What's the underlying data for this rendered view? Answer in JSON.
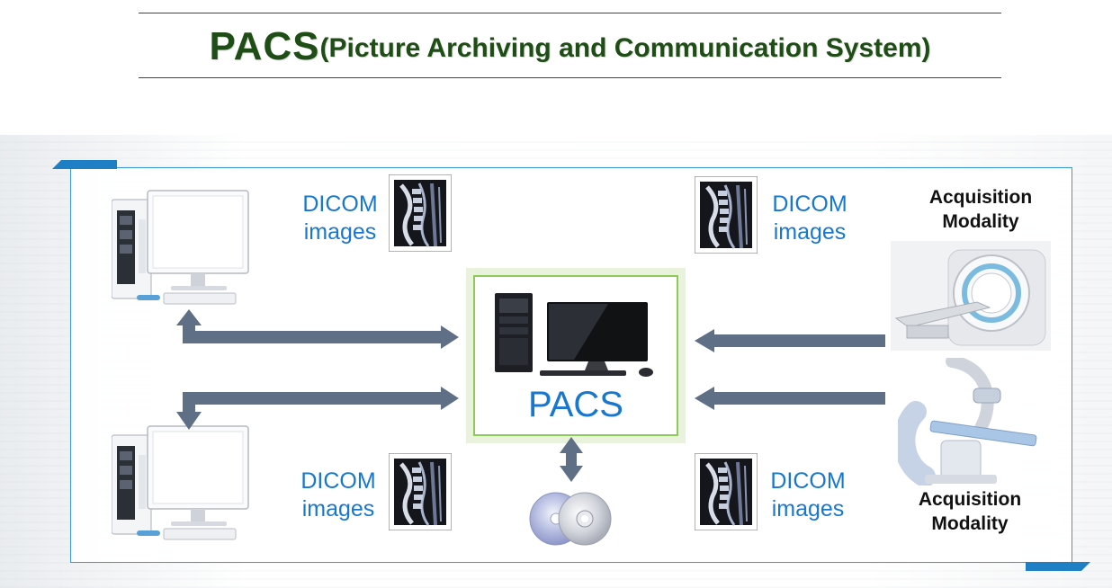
{
  "title": {
    "main": "PACS",
    "sub": "(Picture Archiving and Communication System)"
  },
  "pacs": {
    "label": "PACS"
  },
  "dicom_labels": [
    {
      "line1": "DICOM",
      "line2": "images"
    },
    {
      "line1": "DICOM",
      "line2": "images"
    },
    {
      "line1": "DICOM",
      "line2": "images"
    },
    {
      "line1": "DICOM",
      "line2": "images"
    }
  ],
  "modalities": [
    {
      "line1": "Acquisition",
      "line2": "Modality"
    },
    {
      "line1": "Acquisition",
      "line2": "Modality"
    }
  ],
  "colors": {
    "title": "#1f4d16",
    "accent_blue": "#1877cf",
    "frame_border": "#3a9ad6",
    "arrow": "#5f6f86",
    "pacs_border": "#8ec95a",
    "pacs_bg": "#e9f2dc"
  },
  "icons": {
    "client_top": "workstation-icon",
    "client_bottom": "workstation-icon",
    "server": "pacs-server-icon",
    "storage": "optical-disc-icon",
    "ct_scanner": "ct-scanner-icon",
    "angiography": "c-arm-scanner-icon",
    "dicom_thumb": "mri-spine-image-icon"
  }
}
